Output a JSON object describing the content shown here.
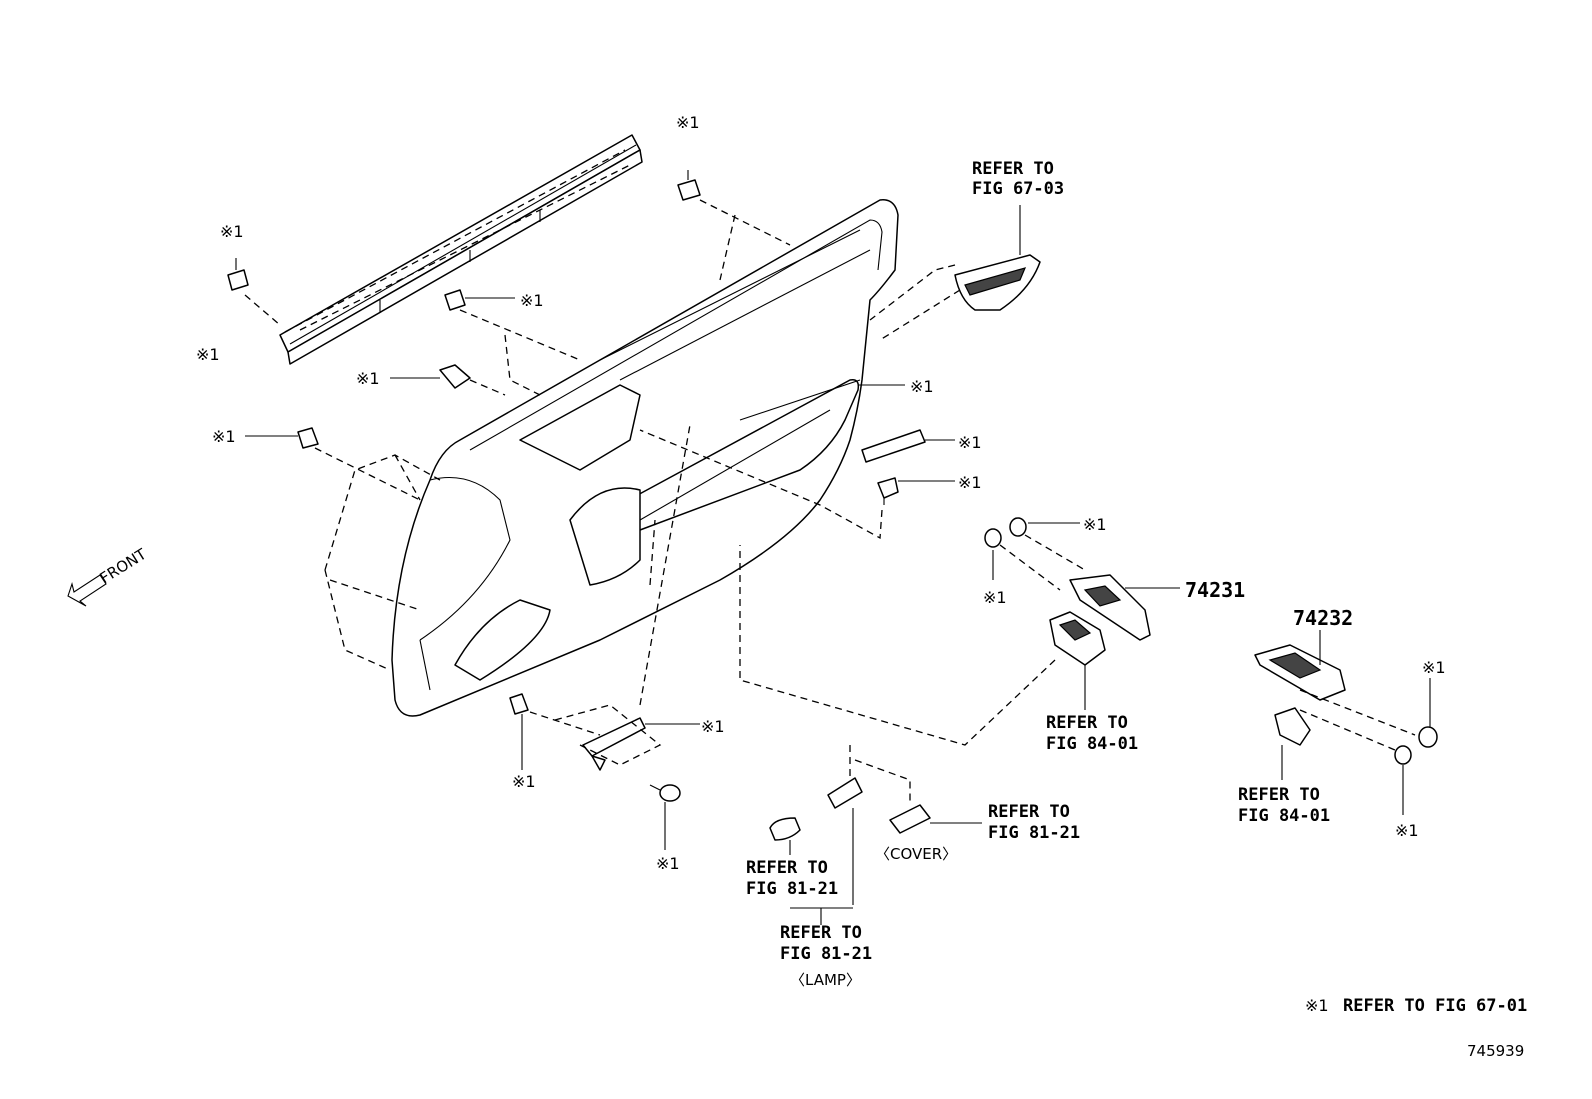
{
  "callout_mark": "※1",
  "refer_to": "REFER TO",
  "fig_67_03": "FIG 67-03",
  "fig_84_01": "FIG 84-01",
  "fig_81_21": "FIG 81-21",
  "part_74231": "74231",
  "part_74232": "74232",
  "cover_label": "〈COVER〉",
  "lamp_label": "〈LAMP〉",
  "front_label": "FRONT",
  "footnote": {
    "mark": "※1",
    "text": "REFER TO FIG 67-01"
  },
  "illustration_number": "745939"
}
